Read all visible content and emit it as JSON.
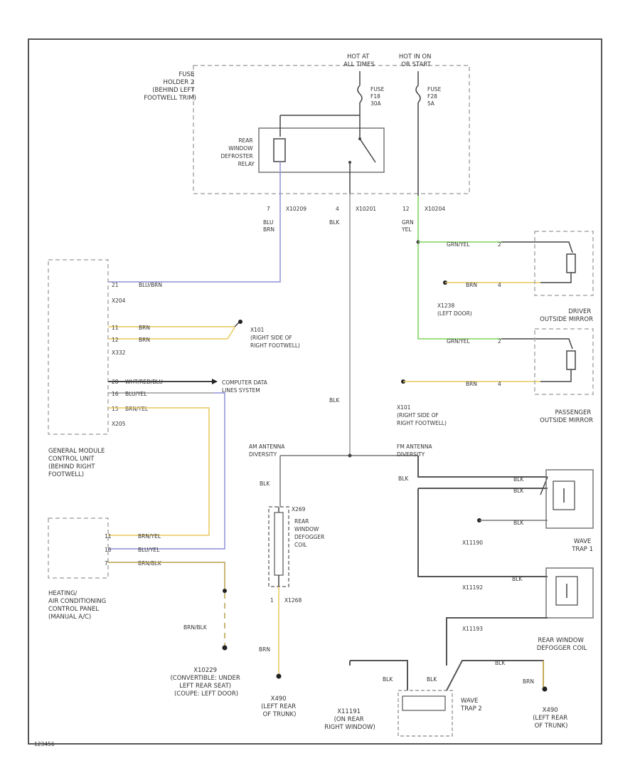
{
  "colors": {
    "frame": "#555555",
    "wire_black": "#444444",
    "wire_blue": "#8f8fd8",
    "wire_yellow": "#e8c75a",
    "wire_green": "#7cd35a",
    "wire_gray": "#9a9a9a",
    "dash": "#aaaaaa",
    "text": "#333333"
  },
  "top": {
    "hot_at_all_times": [
      "HOT AT",
      "ALL TIMES"
    ],
    "hot_in_on": [
      "HOT IN ON",
      "OR START"
    ],
    "fuse_f18": [
      "FUSE",
      "F18",
      "30A"
    ],
    "fuse_f28": [
      "FUSE",
      "F28",
      "5A"
    ],
    "fuse_holder": [
      "FUSE",
      "HOLDER 2",
      "(BEHIND LEFT",
      "FOOTWELL TRIM)"
    ],
    "relay": [
      "REAR",
      "WINDOW",
      "DEFROSTER",
      "RELAY"
    ]
  },
  "connectors": {
    "p1": {
      "pin": "7",
      "conn": "X10209",
      "wire": [
        "BLU",
        "BRN"
      ]
    },
    "p2": {
      "pin": "4",
      "conn": "X10201",
      "wire": [
        "BLK"
      ]
    },
    "p3": {
      "pin": "12",
      "conn": "X10204",
      "wire": [
        "GRN",
        "YEL"
      ]
    }
  },
  "gm": {
    "c1_pin": "21",
    "c1_wire": "BLU/BRN",
    "c1_conn": "X204",
    "c2_pins": [
      "11",
      "12"
    ],
    "c2_wires": [
      "BRN",
      "BRN"
    ],
    "c2_conn": "X332",
    "c3_pins": [
      "28",
      "16",
      "15"
    ],
    "c3_wires": [
      "WHT/RED/BLU",
      "BLU/YEL",
      "BRN/YEL"
    ],
    "c3_conn": "X205",
    "label": [
      "GENERAL MODULE",
      "CONTROL UNIT",
      "(BEHIND RIGHT",
      "FOOTWELL)"
    ]
  },
  "ground_x101": [
    "X101",
    "(RIGHT SIDE OF",
    "RIGHT FOOTWELL)"
  ],
  "cdls": [
    "COMPUTER DATA",
    "LINES SYSTEM"
  ],
  "hvac": {
    "pins": [
      "11",
      "16",
      "7"
    ],
    "wires": [
      "BRN/YEL",
      "BLU/YEL",
      "BRN/BLK"
    ],
    "label": [
      "HEATING/",
      "AIR CONDITIONING",
      "CONTROL PANEL",
      "(MANUAL A/C)"
    ]
  },
  "x10229": {
    "wire": "BRN/BLK",
    "label": [
      "X10229",
      "(CONVERTIBLE: UNDER",
      "LEFT REAR SEAT)",
      "(COUPE: LEFT DOOR)"
    ]
  },
  "right": {
    "driver_wires": [
      "GRN/YEL",
      "BRN"
    ],
    "driver_pins": [
      "2",
      "4"
    ],
    "x1238": [
      "X1238",
      "(LEFT DOOR)"
    ],
    "driver_label": [
      "DRIVER",
      "OUTSIDE MIRROR"
    ],
    "pass_wires": [
      "GRN/YEL",
      "BRN"
    ],
    "pass_pins": [
      "2",
      "4"
    ],
    "x101": [
      "X101",
      "(RIGHT SIDE OF",
      "RIGHT FOOTWELL)"
    ],
    "pass_label": [
      "PASSENGER",
      "OUTSIDE MIRROR"
    ]
  },
  "mid": {
    "wire_blk": "BLK",
    "am_antenna": [
      "AM ANTENNA",
      "DIVERSITY"
    ],
    "fm_antenna": [
      "FM ANTENNA",
      "DIVERSITY"
    ],
    "blk1": "BLK",
    "blk2": "BLK",
    "coil_label": [
      "REAR",
      "WINDOW",
      "DEFOGGER",
      "COIL"
    ],
    "coil_conn_top": "X269",
    "coil_conn_bot": "X1268",
    "coil_pin": "1",
    "brn": "BRN",
    "x490": [
      "X490",
      "(LEFT REAR",
      "OF TRUNK)"
    ]
  },
  "traps": {
    "trap1_wires": [
      "BLK",
      "BLK",
      "BLK"
    ],
    "trap1": [
      "WAVE",
      "TRAP 1"
    ],
    "x11190": "X11190",
    "x11192": "X11192",
    "x11193": "X11193",
    "trap2_wire": "BLK",
    "x11191": [
      "X11191",
      "(ON REAR",
      "RIGHT WINDOW)"
    ],
    "trap2": [
      "WAVE",
      "TRAP 2"
    ],
    "blk_a": "BLK",
    "blk_b": "BLK",
    "coil2": [
      "REAR WINDOW",
      "DEFOGGER COIL"
    ],
    "brn2": "BRN",
    "x490b": [
      "X490",
      "(LEFT REAR",
      "OF TRUNK)"
    ]
  },
  "footer": "123456"
}
